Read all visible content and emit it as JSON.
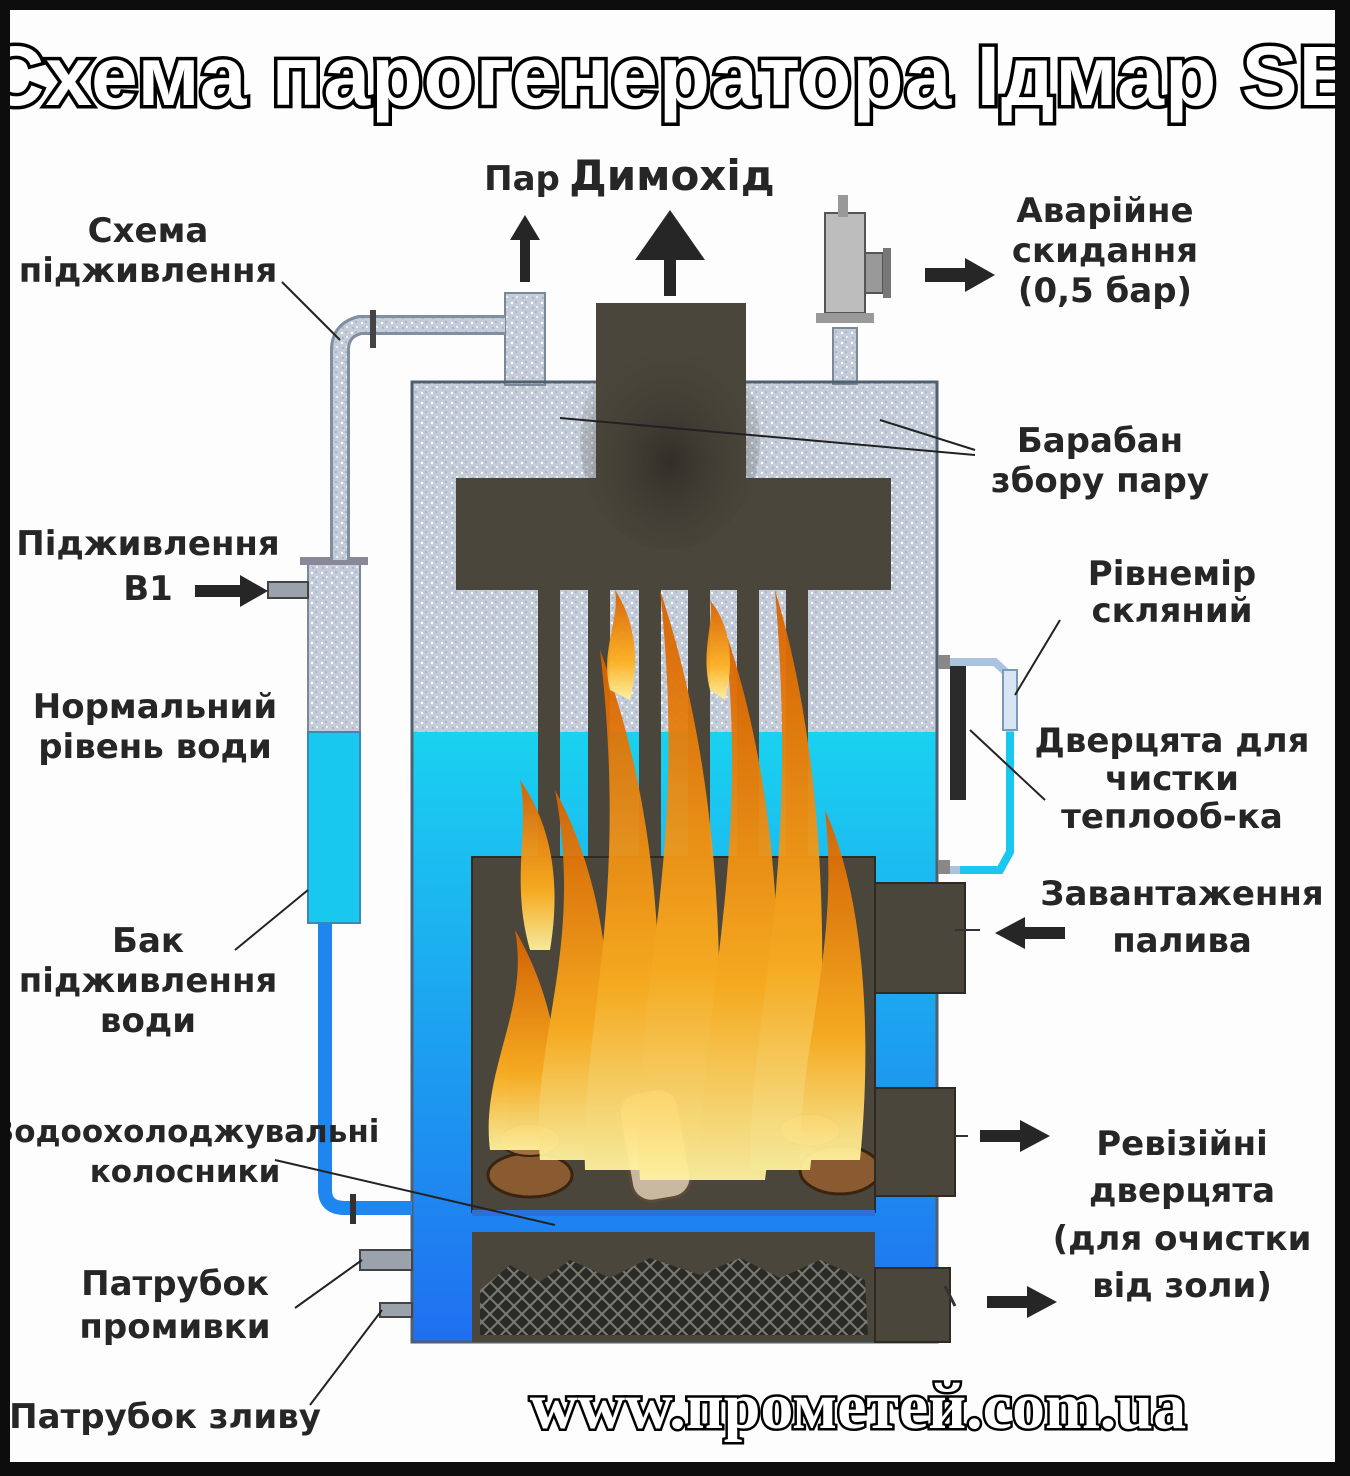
{
  "title": "Схема парогенератора Ідмар SB",
  "website": "www.прометей.com.ua",
  "colors": {
    "water": "#19c8ee",
    "water_deep": "#1f86f0",
    "steam": "#c8d2de",
    "metal_dark": "#4a463b",
    "arrow": "#262626"
  },
  "labels": {
    "steam_out": "Пар",
    "chimney": "Димохід",
    "emergency_1": "Аварійне",
    "emergency_2": "скидання",
    "emergency_3": "(0,5 бар)",
    "feed_scheme_1": "Схема",
    "feed_scheme_2": "підживлення",
    "drum_1": "Барабан",
    "drum_2": "збору пару",
    "feed_b1_1": "Підживлення",
    "feed_b1_2": "В1",
    "gauge_1": "Рівнемір",
    "gauge_2": "скляний",
    "normal_level_1": "Нормальний",
    "normal_level_2": "рівень води",
    "clean_door_1": "Дверцята для",
    "clean_door_2": "чистки",
    "clean_door_3": "теплооб-ка",
    "fuel_load_1": "Завантаження",
    "fuel_load_2": "палива",
    "tank_1": "Бак",
    "tank_2": "підживлення",
    "tank_3": "води",
    "grates_1": "Водоохолоджувальні",
    "grates_2": "колосники",
    "inspect_1": "Ревізійні",
    "inspect_2": "дверцята",
    "inspect_3": "(для очистки",
    "inspect_4": "від золи)",
    "flush_1": "Патрубок",
    "flush_2": "промивки",
    "drain": "Патрубок зливу"
  }
}
